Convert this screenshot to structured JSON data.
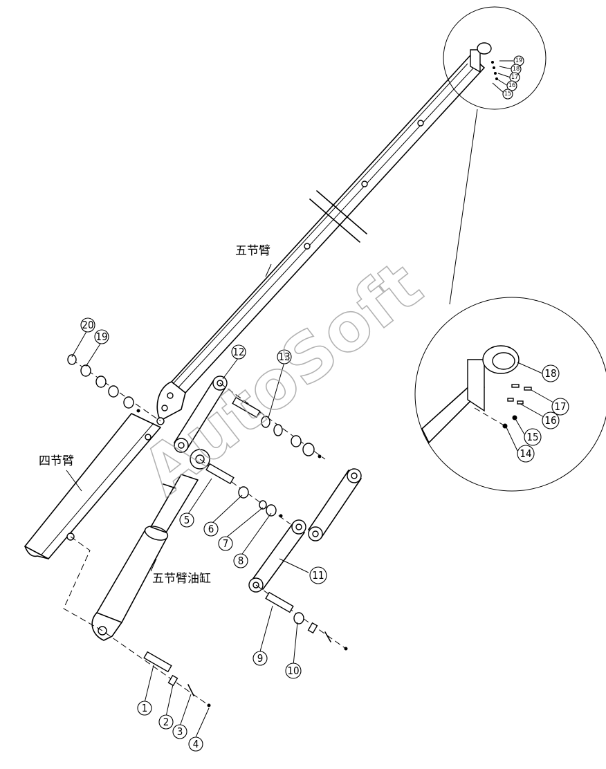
{
  "labels": {
    "arm5": "五节臂",
    "arm4": "四节臂",
    "cylinder": "五节臂油缸"
  },
  "watermark": "AutoSoft",
  "callouts": {
    "c1": "1",
    "c2": "2",
    "c3": "3",
    "c4": "4",
    "c5": "5",
    "c6": "6",
    "c7": "7",
    "c8": "8",
    "c9": "9",
    "c10": "10",
    "c11": "11",
    "c12": "12",
    "c13": "13",
    "c14": "14",
    "c15": "15",
    "c16": "16",
    "c17": "17",
    "c18": "18",
    "c19": "19",
    "c20": "20",
    "s15": "15",
    "s16": "16",
    "s17": "17",
    "s18": "18",
    "s19": "19"
  }
}
